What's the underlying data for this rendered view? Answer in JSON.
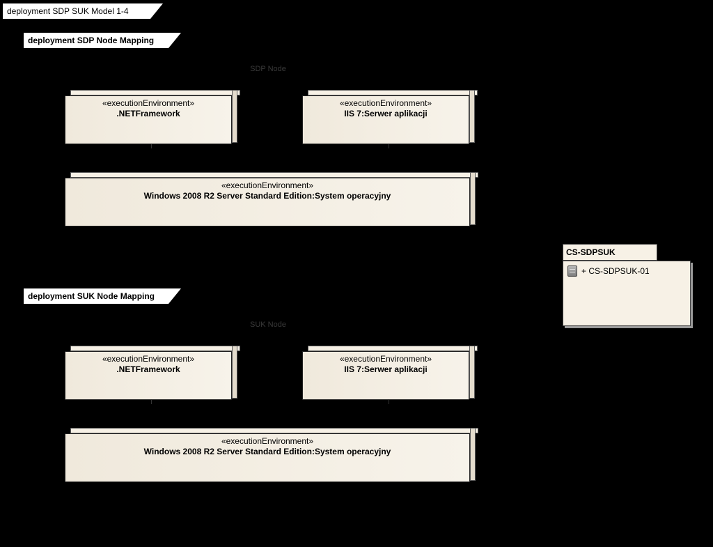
{
  "diagram": {
    "title_keyword": "deployment",
    "title_name": "SDP SUK Model 1-4",
    "frames": [
      {
        "keyword": "deployment",
        "name": "SDP Node Mapping",
        "ghost_label": "SDP Node",
        "nodes": [
          {
            "stereotype": "«executionEnvironment»",
            "name": ".NETFramework"
          },
          {
            "stereotype": "«executionEnvironment»",
            "name": "IIS 7:Serwer aplikacji"
          },
          {
            "stereotype": "«executionEnvironment»",
            "name": "Windows 2008 R2 Server Standard Edition:System operacyjny"
          }
        ]
      },
      {
        "keyword": "deployment",
        "name": "SUK Node Mapping",
        "ghost_label": "SUK Node",
        "nodes": [
          {
            "stereotype": "«executionEnvironment»",
            "name": ".NETFramework"
          },
          {
            "stereotype": "«executionEnvironment»",
            "name": "IIS 7:Serwer aplikacji"
          },
          {
            "stereotype": "«executionEnvironment»",
            "name": "Windows 2008 R2 Server Standard Edition:System operacyjny"
          }
        ]
      }
    ],
    "package": {
      "name": "CS-SDPSUK",
      "items": [
        {
          "icon": "node-icon",
          "label": "+ CS-SDPSUK-01"
        }
      ]
    },
    "colors": {
      "background": "#000000",
      "node_fill": "#f0e9dc",
      "tab_fill": "#ffffff"
    }
  }
}
